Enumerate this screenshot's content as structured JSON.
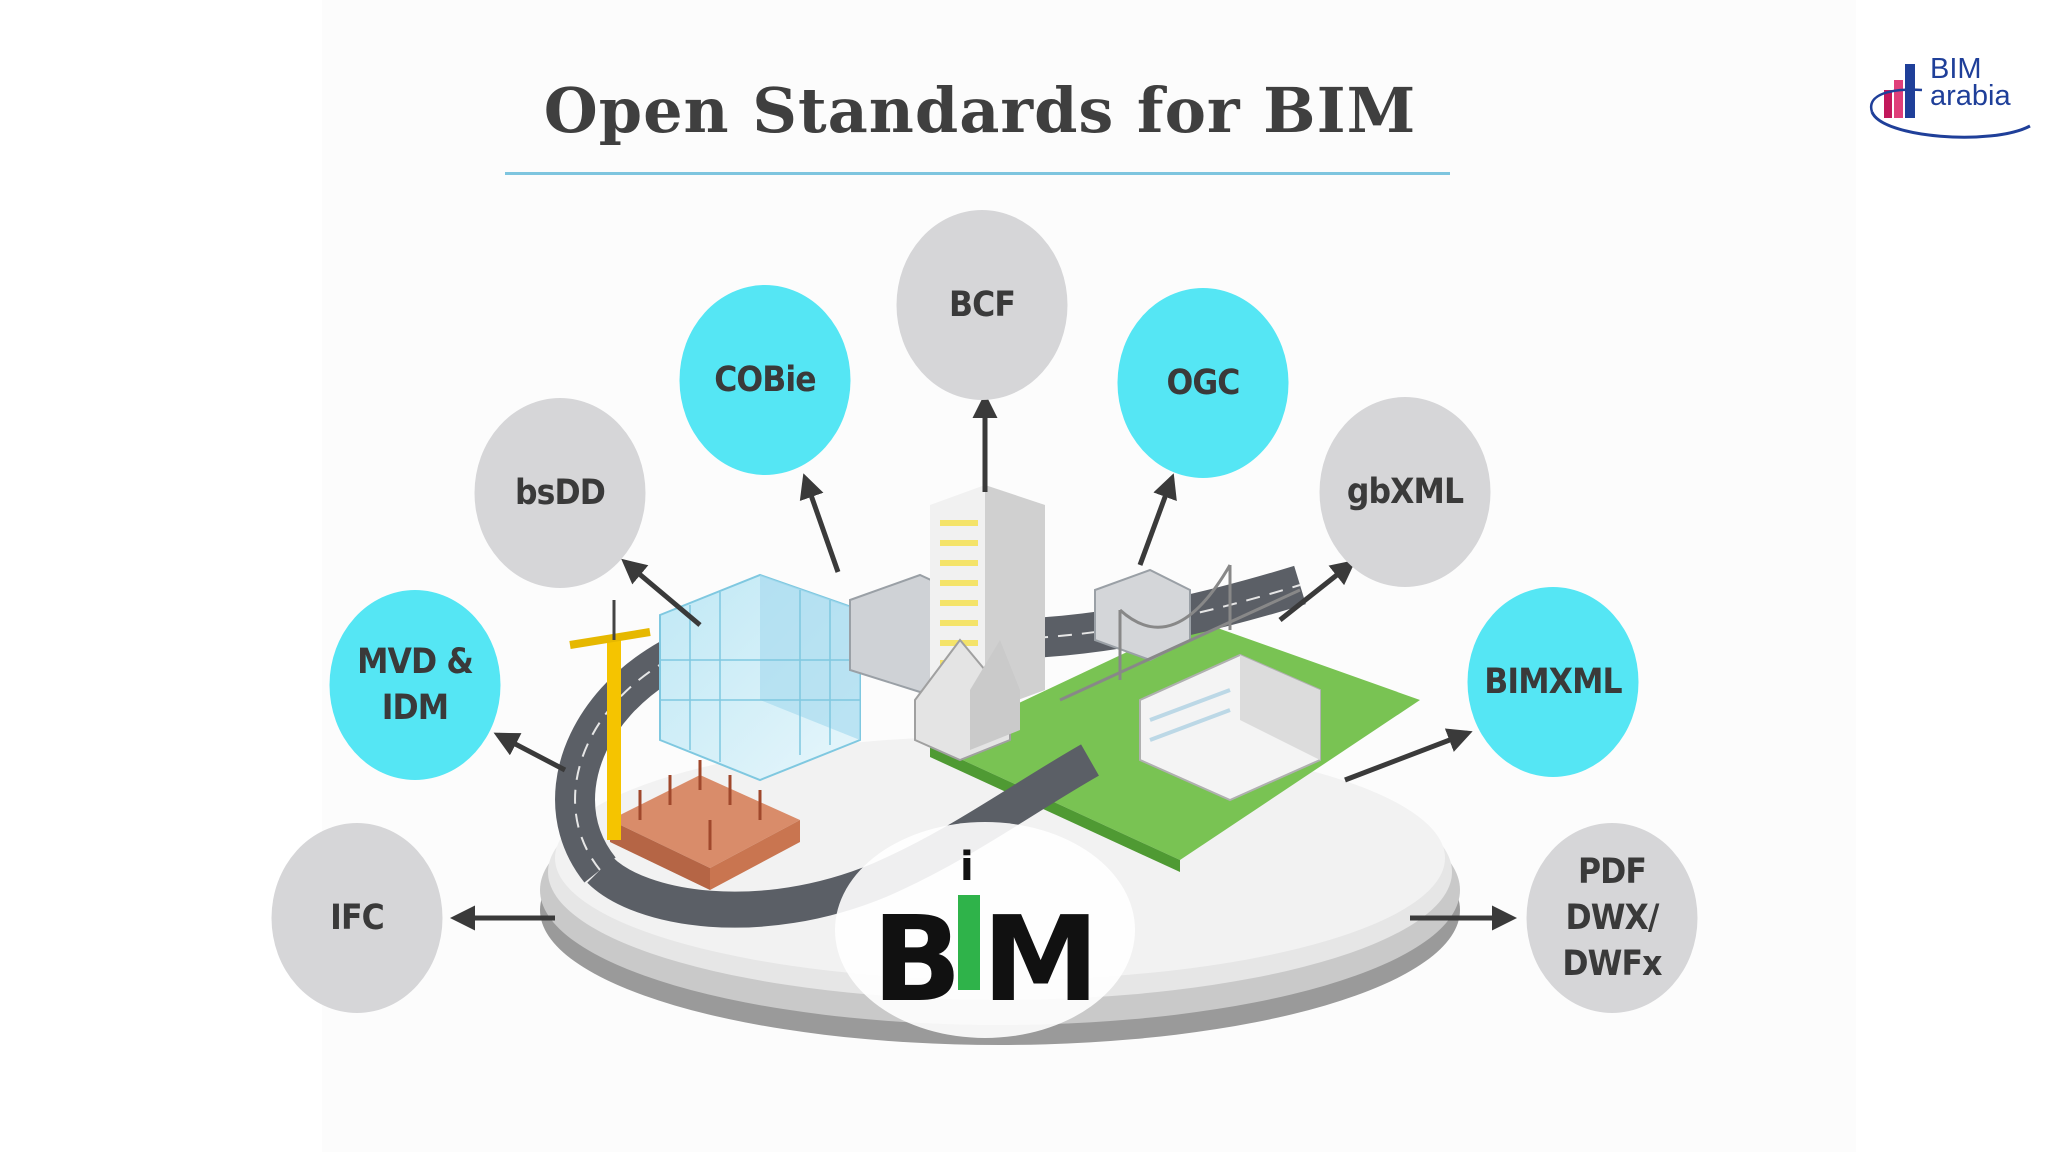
{
  "title": "Open Standards for BIM",
  "logo": {
    "line1": "BIM",
    "line2": "arabia"
  },
  "center_mark": {
    "text_left": "B",
    "text_i": "i",
    "text_right": "M"
  },
  "nodes": [
    {
      "id": "bcf",
      "label": "BCF",
      "color": "gray"
    },
    {
      "id": "cobie",
      "label": "COBie",
      "color": "cyan"
    },
    {
      "id": "ogc",
      "label": "OGC",
      "color": "cyan"
    },
    {
      "id": "bsdd",
      "label": "bsDD",
      "color": "gray"
    },
    {
      "id": "gbxml",
      "label": "gbXML",
      "color": "gray"
    },
    {
      "id": "mvd",
      "label": "MVD &\nIDM",
      "color": "cyan"
    },
    {
      "id": "bimxml",
      "label": "BIMXML",
      "color": "cyan"
    },
    {
      "id": "ifc",
      "label": "IFC",
      "color": "gray"
    },
    {
      "id": "pdf",
      "label": "PDF\nDWX/\nDWFx",
      "color": "gray"
    }
  ],
  "colors": {
    "gray_node": "#d6d6d8",
    "cyan_node": "#55e6f4",
    "arrow": "#3a3a3a",
    "title": "#3f3f3f",
    "rule": "#7ec5df",
    "bim_green": "#2fb34a"
  }
}
